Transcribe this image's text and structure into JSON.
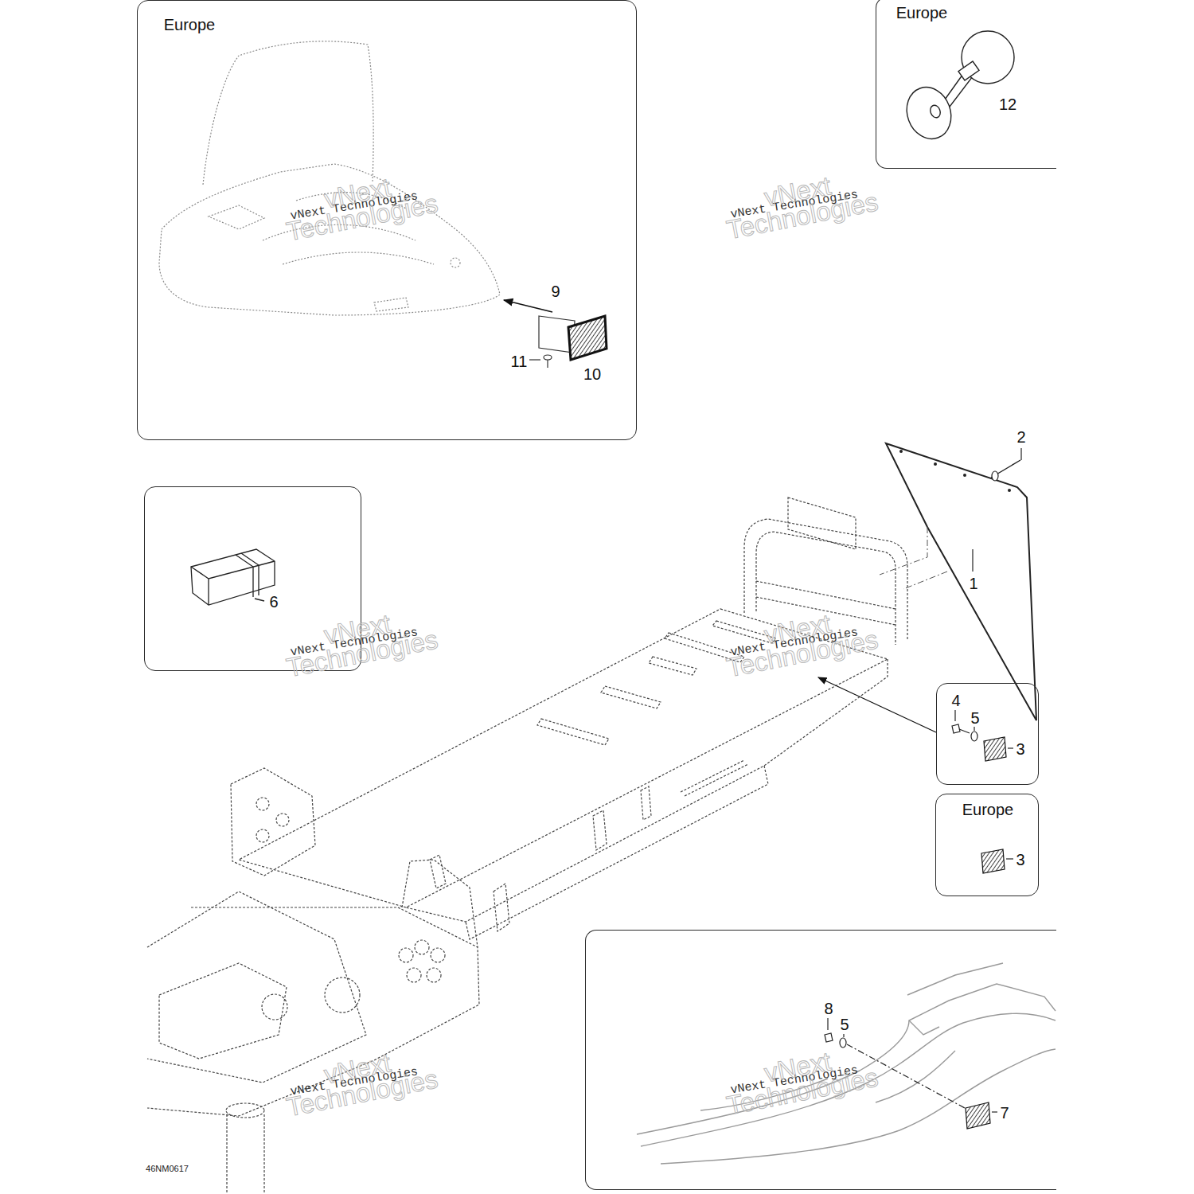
{
  "diagram": {
    "nodes": [
      {
        "text": [
          "Europe",
          "9",
          "11",
          "10"
        ]
      },
      {
        "text": [
          "Europe",
          "12"
        ]
      },
      {
        "text": [
          "6"
        ]
      },
      {
        "text": [
          "4",
          "5",
          "3"
        ]
      },
      {
        "text": [
          "Europe",
          "3"
        ]
      },
      {
        "text": [
          "8",
          "5",
          "7"
        ]
      }
    ],
    "labels": [
      "2",
      "1",
      "vNext Technologies",
      "vNext Technologies",
      "vNext Technologies",
      "vNext Technologies",
      "vNext Technologies",
      "vNext Technologies",
      "vNext Technologies",
      "vNext Technologies",
      "vNext Technologies",
      "vNext Technologies",
      "vNext Technologies",
      "vNext Technologies",
      "46NM0617"
    ]
  }
}
